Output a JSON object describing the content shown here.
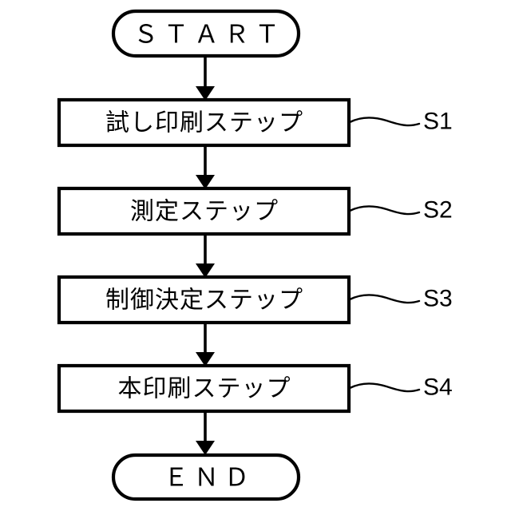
{
  "figure": {
    "type": "flowchart",
    "orientation": "vertical",
    "background_color": "#ffffff",
    "line_color": "#000000"
  },
  "start_node": {
    "label": "ＳＴＡＲＴ",
    "shape": "rounded-capsule"
  },
  "end_node": {
    "label": "ＥＮＤ",
    "shape": "rounded-capsule"
  },
  "steps": [
    {
      "label": "試し印刷ステップ",
      "ref": "S1"
    },
    {
      "label": "測定ステップ",
      "ref": "S2"
    },
    {
      "label": "制御決定ステップ",
      "ref": "S3"
    },
    {
      "label": "本印刷ステップ",
      "ref": "S4"
    }
  ],
  "connectors": {
    "arrow_count": 5,
    "arrow_style": "solid-triangle-head"
  }
}
